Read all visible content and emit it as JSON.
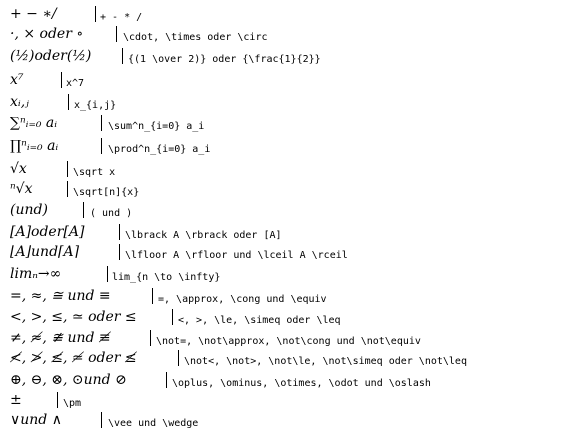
{
  "rows": [
    {
      "symbol": "+ − ∗/",
      "code": "+ - * /"
    },
    {
      "symbol": "·, × oder ∘",
      "code": "\\cdot, \\times oder \\circ"
    },
    {
      "symbol": "(½)oder(½)",
      "code": "{(1 \\over 2)} oder {\\frac{1}{2}}"
    },
    {
      "symbol": "x⁷",
      "code": "x^7"
    },
    {
      "symbol": "xᵢ,ⱼ",
      "code": "x_{i,j}"
    },
    {
      "symbol": "∑ⁿᵢ₌₀ aᵢ",
      "code": "\\sum^n_{i=0} a_i"
    },
    {
      "symbol": "∏ⁿᵢ₌₀ aᵢ",
      "code": "\\prod^n_{i=0} a_i"
    },
    {
      "symbol": "√x",
      "code": "\\sqrt x"
    },
    {
      "symbol": "ⁿ√x",
      "code": "\\sqrt[n]{x}"
    },
    {
      "symbol": "(und)",
      "code": "( und )"
    },
    {
      "symbol": "[A]oder[A]",
      "code": "\\lbrack A \\rbrack oder [A]"
    },
    {
      "symbol": "⌊A⌋und⌈A⌉",
      "code": "\\lfloor A \\rfloor und \\lceil A \\rceil"
    },
    {
      "symbol": "limₙ→∞",
      "code": "lim_{n \\to \\infty}"
    },
    {
      "symbol": "=, ≈, ≅ und ≡",
      "code": "=, \\approx, \\cong und \\equiv"
    },
    {
      "symbol": "<, >, ≤, ≃ oder ≤",
      "code": "<, >, \\le, \\simeq oder \\leq"
    },
    {
      "symbol": "≠, ≉, ≇ und ≢",
      "code": "\\not=, \\not\\approx, \\not\\cong und \\not\\equiv"
    },
    {
      "symbol": "≮, ≯, ≰, ≄ oder ≰",
      "code": "\\not<, \\not>, \\not\\le, \\not\\simeq oder \\not\\leq"
    },
    {
      "symbol": "⊕, ⊖, ⊗, ⊙und ⊘",
      "code": "\\oplus, \\ominus, \\otimes, \\odot und \\oslash"
    },
    {
      "symbol": "±",
      "code": "\\pm"
    },
    {
      "symbol": "∨und ∧",
      "code": "\\vee und \\wedge"
    }
  ]
}
